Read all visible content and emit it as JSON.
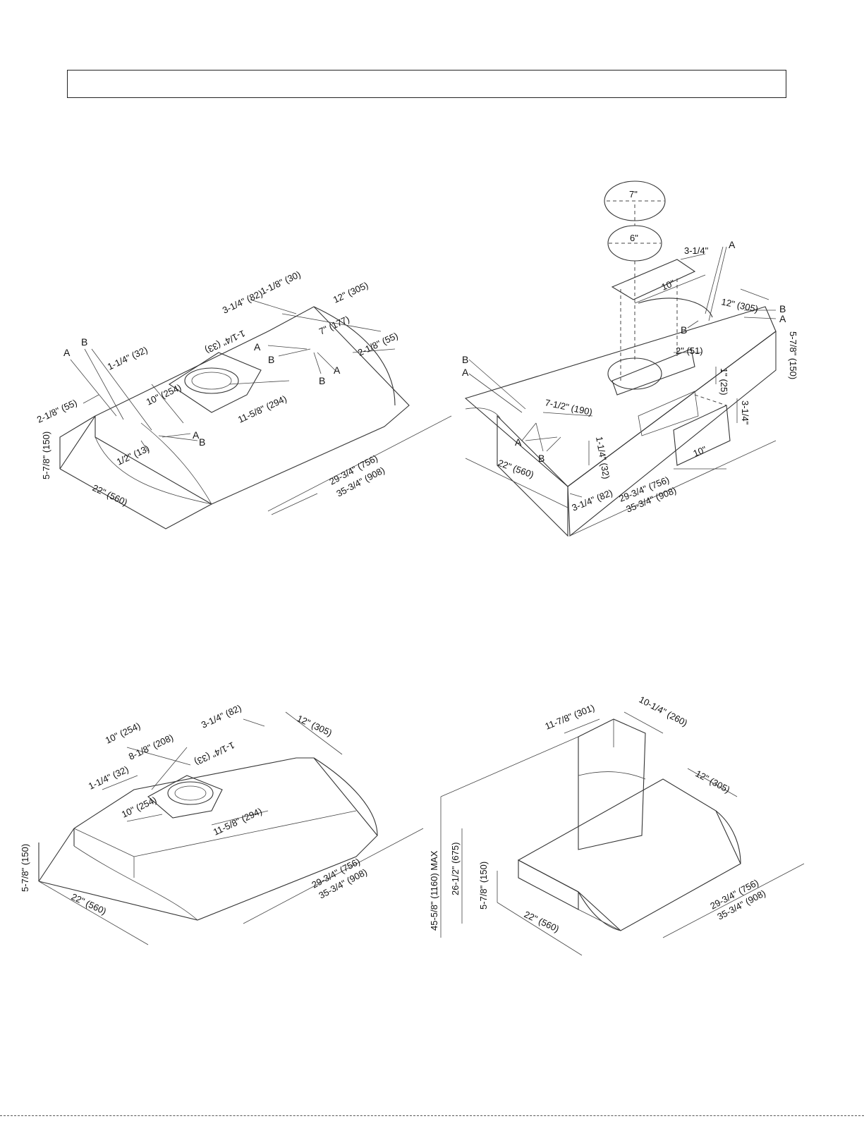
{
  "title": "",
  "figures": {
    "top_left": {
      "labels": {
        "d1": "1-1/8\" (30)",
        "d2": "3-1/4\" (82)",
        "d3": "1-1/4\" (33)",
        "d4": "12\" (305)",
        "d5": "7\" (177)",
        "d6": "2-1/8\" (55)",
        "d7": "1-1/4\" (32)",
        "d8": "10\" (254)",
        "d9": "11-5/8\" (294)",
        "d10": "2-1/8\" (55)",
        "d11": "5-7/8\" (150)",
        "d12": "1/2\" (13)",
        "d13": "22\" (560)",
        "d14": "29-3/4\" (756)",
        "d15": "35-3/4\" (908)",
        "a1": "A",
        "b1": "B",
        "a2": "A",
        "b2": "B",
        "a3": "A",
        "b3": "B",
        "a4": "A",
        "b4": "B"
      }
    },
    "top_right": {
      "labels": {
        "d1": "7\"",
        "d2": "6\"",
        "d3": "3-1/4\"",
        "d4": "10\"",
        "d5": "12\" (305)",
        "d6": "5-7/8\" (150)",
        "d7": "2\" (51)",
        "d8": "1\" (25)",
        "d9": "7-1/2\" (190)",
        "d10": "3-1/4\"",
        "d11": "10\"",
        "d12": "1-1/4\" (32)",
        "d13": "22\" (560)",
        "d14": "3-1/4\" (82)",
        "d15": "29-3/4\" (756)",
        "d16": "35-3/4\" (908)",
        "a1": "A",
        "b1": "B",
        "a2": "B",
        "b2": "A",
        "a3": "A",
        "b3": "B",
        "l1": "B",
        "l2": "A"
      }
    },
    "bottom_left": {
      "labels": {
        "d1": "3-1/4\" (82)",
        "d2": "1-1/4\" (33)",
        "d3": "12\" (305)",
        "d4": "10\" (254)",
        "d5": "8-1/8\" (208)",
        "d6": "1-1/4\" (32)",
        "d7": "10\" (254)",
        "d8": "11-5/8\" (294)",
        "d9": "5-7/8\" (150)",
        "d10": "22\" (560)",
        "d11": "29-3/4\" (756)",
        "d12": "35-3/4\" (908)"
      }
    },
    "bottom_right": {
      "labels": {
        "d1": "11-7/8\" (301)",
        "d2": "10-1/4\" (260)",
        "d3": "12\" (305)",
        "d4": "45-5/8\" (1160) MAX",
        "d5": "26-1/2\" (675)",
        "d6": "5-7/8\" (150)",
        "d7": "22\" (560)",
        "d8": "29-3/4\" (756)",
        "d9": "35-3/4\" (908)"
      }
    }
  }
}
